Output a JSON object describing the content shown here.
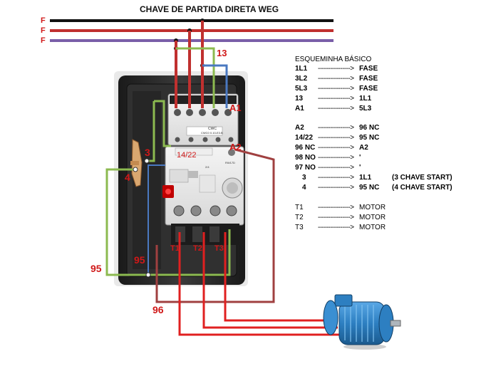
{
  "title": "CHAVE DE PARTIDA DIRETA WEG",
  "phase_labels": [
    "F",
    "F",
    "F"
  ],
  "wire_numbers": {
    "n13": "13",
    "n3": "3",
    "n4": "4",
    "n1422": "14/22",
    "a1": "A1",
    "a2": "A2",
    "n95a": "95",
    "n95b": "95",
    "n96": "96"
  },
  "terminal_labels": {
    "t1": "T1",
    "t2": "T2",
    "t3": "T3"
  },
  "device_text": {
    "contactor_brand": "CWC",
    "contactor_model": "CWC0 0.10-E3.B",
    "relay_brand": "RW17D",
    "relay_code": "2/4"
  },
  "legend": {
    "header": "ESQUEMINHA BÁSICO",
    "arrow": "---------------->",
    "rows": [
      {
        "k": "1L1",
        "v": "FASE",
        "n": ""
      },
      {
        "k": "3L2",
        "v": "FASE",
        "n": ""
      },
      {
        "k": "5L3",
        "v": "FASE",
        "n": ""
      },
      {
        "k": "13",
        "v": "1L1",
        "n": ""
      },
      {
        "k": "A1",
        "v": "5L3",
        "n": ""
      },
      {
        "k": "A2",
        "v": "96 NC",
        "n": ""
      },
      {
        "k": "14/22",
        "v": "95 NC",
        "n": ""
      },
      {
        "k": "96 NC",
        "v": "A2",
        "n": ""
      },
      {
        "k": "98 NO",
        "v": "'",
        "n": ""
      },
      {
        "k": "97 NO",
        "v": "'",
        "n": ""
      },
      {
        "k": "3",
        "v": "1L1",
        "n": "(3 CHAVE START)"
      },
      {
        "k": "4",
        "v": "95 NC",
        "n": "(4 CHAVE START)"
      },
      {
        "k": "T1",
        "v": "MOTOR",
        "n": ""
      },
      {
        "k": "T2",
        "v": "MOTOR",
        "n": ""
      },
      {
        "k": "T3",
        "v": "MOTOR",
        "n": ""
      }
    ]
  },
  "colors": {
    "black_wire": "#111111",
    "red_wire": "#c0302f",
    "violet_wire": "#7a5fa8",
    "green_wire": "#8cba50",
    "blue_wire": "#4a78c0",
    "dark_red_wire": "#a04040",
    "motor_red": "#e02020",
    "label_red": "#d01818",
    "enclosure": "#2a2a2a",
    "motor_blue": "#2d7fc1"
  }
}
